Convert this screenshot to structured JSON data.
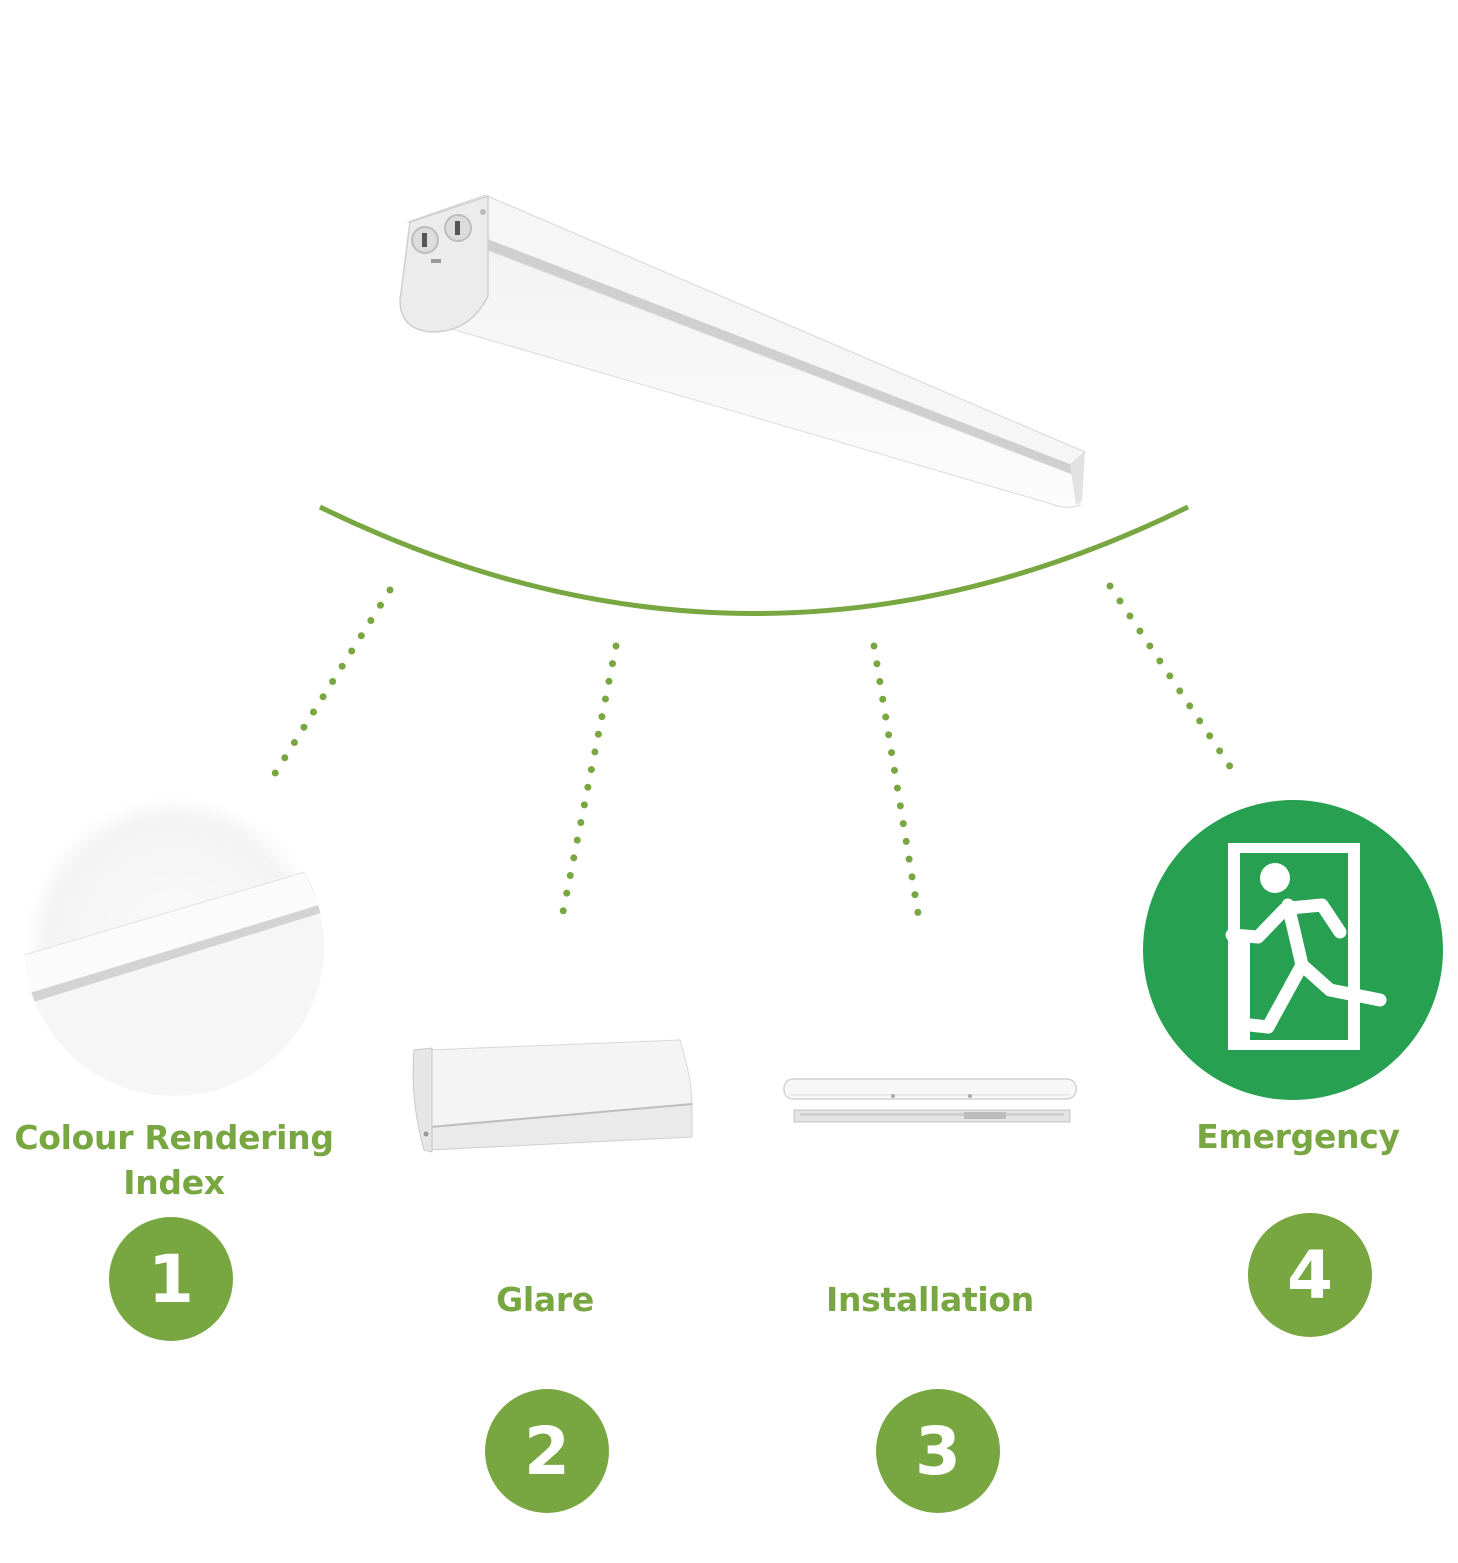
{
  "colors": {
    "accent": "#78a640",
    "badge_text": "#ffffff",
    "emergency_green": "#27a052"
  },
  "icons": {
    "product": "led-batten-luminaire-icon",
    "cri": "diffuser-closeup-icon",
    "glare": "opal-diffuser-endcap-icon",
    "installation": "batten-body-and-diffuser-icon",
    "emergency": "running-man-exit-icon"
  },
  "features": [
    {
      "label": "Colour Rendering Index",
      "number": "1"
    },
    {
      "label": "Glare",
      "number": "2"
    },
    {
      "label": "Installation",
      "number": "3"
    },
    {
      "label": "Emergency",
      "number": "4"
    }
  ]
}
